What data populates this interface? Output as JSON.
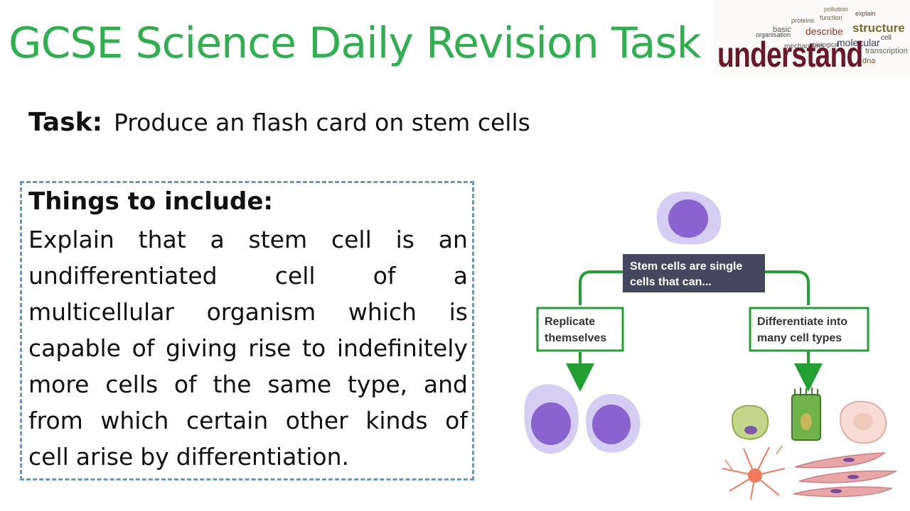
{
  "slide": {
    "title": "GCSE Science Daily Revision Task",
    "task_label": "Task:",
    "task_text": "Produce an flash card on stem cells",
    "box_title": "Things to include:",
    "body_lines": [
      [
        "Explain",
        "that",
        "a",
        "stem",
        "cell",
        "is",
        "an"
      ],
      [
        "undifferentiated",
        "cell",
        "of",
        "a"
      ],
      [
        "multicellular",
        "organism",
        "which",
        "is"
      ],
      [
        "capable",
        "of",
        "giving",
        "rise",
        "to",
        "indefinitely"
      ],
      [
        "more",
        "cells",
        "of",
        "the",
        "same",
        "type,",
        "and"
      ],
      [
        "from",
        "which",
        "certain",
        "other",
        "kinds",
        "of"
      ],
      [
        "cell",
        "arise",
        "by",
        "differentiation."
      ]
    ]
  },
  "wordcloud": {
    "main_word": "understand",
    "words": [
      "structure",
      "describe",
      "molecular",
      "transcription",
      "dna",
      "mechanisms",
      "proteins",
      "organisation",
      "basic",
      "function",
      "cell",
      "biological",
      "pollution",
      "explain"
    ]
  },
  "diagram": {
    "top_box": [
      "Stem cells are single",
      "cells that can..."
    ],
    "left_box": [
      "Replicate",
      "themselves"
    ],
    "right_box": [
      "Differentiate into",
      "many cell types"
    ],
    "colors": {
      "green": "#22a033",
      "dark_box": "#45475f",
      "cell_outer": "#d5cdf2",
      "cell_nucleus": "#8a63d1"
    }
  }
}
